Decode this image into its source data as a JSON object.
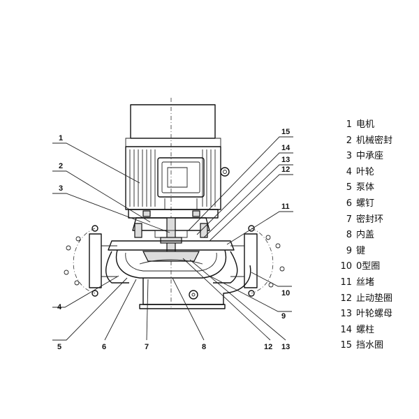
{
  "legend": [
    {
      "num": "1",
      "text": "电机"
    },
    {
      "num": "2",
      "text": "机械密封"
    },
    {
      "num": "3",
      "text": "中承座"
    },
    {
      "num": "4",
      "text": "叶轮"
    },
    {
      "num": "5",
      "text": "泵体"
    },
    {
      "num": "6",
      "text": "螺钉"
    },
    {
      "num": "7",
      "text": "密封环"
    },
    {
      "num": "8",
      "text": "内盖"
    },
    {
      "num": "9",
      "text": "键"
    },
    {
      "num": "10",
      "text": "0型圈"
    },
    {
      "num": "11",
      "text": "丝堵"
    },
    {
      "num": "12",
      "text": "止动垫圈"
    },
    {
      "num": "13",
      "text": "叶轮螺母"
    },
    {
      "num": "14",
      "text": "螺柱"
    },
    {
      "num": "15",
      "text": "挡水圈"
    }
  ],
  "callouts": {
    "c1": "1",
    "c2": "2",
    "c3": "3",
    "c4": "4",
    "c5": "5",
    "c6": "6",
    "c7": "7",
    "c8": "8",
    "c9": "9",
    "c10": "10",
    "c11": "11",
    "c12": "12",
    "c13": "13",
    "c14": "14",
    "c15": "15",
    "c12b": "12",
    "c13b": "13"
  }
}
